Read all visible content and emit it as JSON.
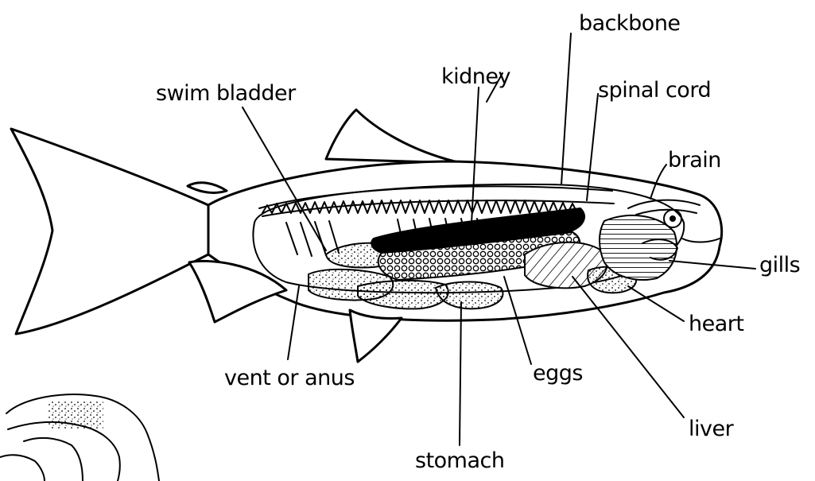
{
  "labels": {
    "backbone": "backbone",
    "kidney": "kidney",
    "swim_bladder": "swim bladder",
    "spinal_cord": "spinal cord",
    "brain": "brain",
    "gills": "gills",
    "heart": "heart",
    "liver": "liver",
    "eggs": "eggs",
    "stomach": "stomach",
    "vent_or_anus": "vent or anus"
  }
}
